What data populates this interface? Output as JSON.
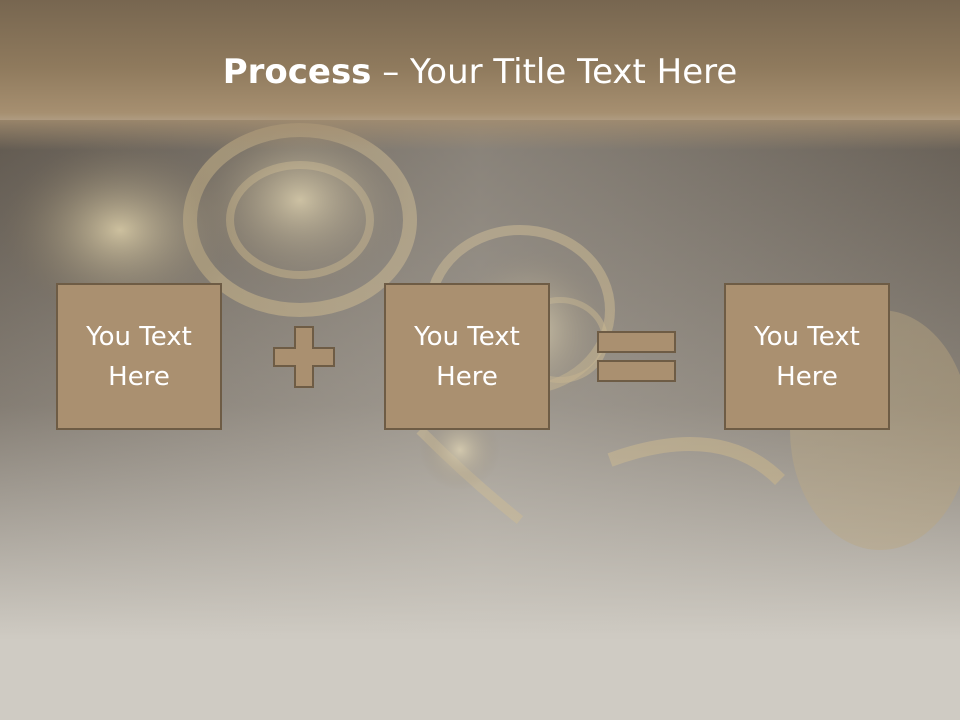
{
  "title": {
    "bold": "Process",
    "rest": " – Your Title Text Here"
  },
  "boxes": [
    {
      "text": "You Text\nHere"
    },
    {
      "text": "You Text\nHere"
    },
    {
      "text": "You Text\nHere"
    }
  ],
  "operators": [
    "plus",
    "equals"
  ],
  "colors": {
    "box_fill": "#aa9070",
    "box_border": "#6e5c45",
    "title_bar": "#8f7a5d",
    "background": "#cfcbc3"
  }
}
